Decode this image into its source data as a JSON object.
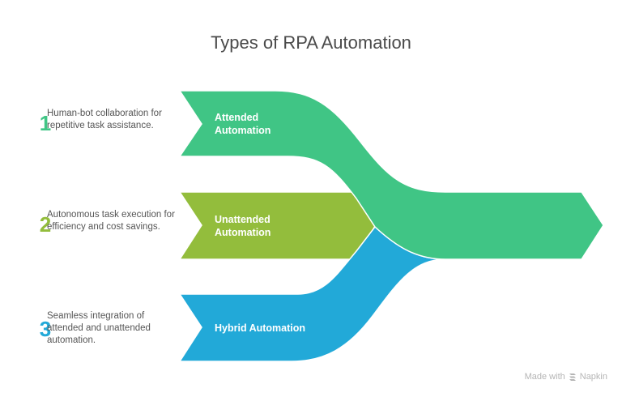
{
  "title": "Types of RPA Automation",
  "colors": {
    "attended": "#40c585",
    "unattended": "#93bd3c",
    "hybrid": "#22a9d8",
    "title": "#4a4a4a",
    "description": "#555555"
  },
  "items": [
    {
      "number": "1",
      "label_line1": "Attended",
      "label_line2": "Automation",
      "description": "Human-bot collaboration for repetitive task assistance."
    },
    {
      "number": "2",
      "label_line1": "Unattended",
      "label_line2": "Automation",
      "description": "Autonomous task execution for efficiency and cost savings."
    },
    {
      "number": "3",
      "label_line1": "Hybrid Automation",
      "label_line2": "",
      "description": "Seamless integration of attended and unattended automation."
    }
  ],
  "footer": {
    "made_with": "Made with",
    "brand": "Napkin",
    "brand_icon": "napkin-logo-icon"
  }
}
